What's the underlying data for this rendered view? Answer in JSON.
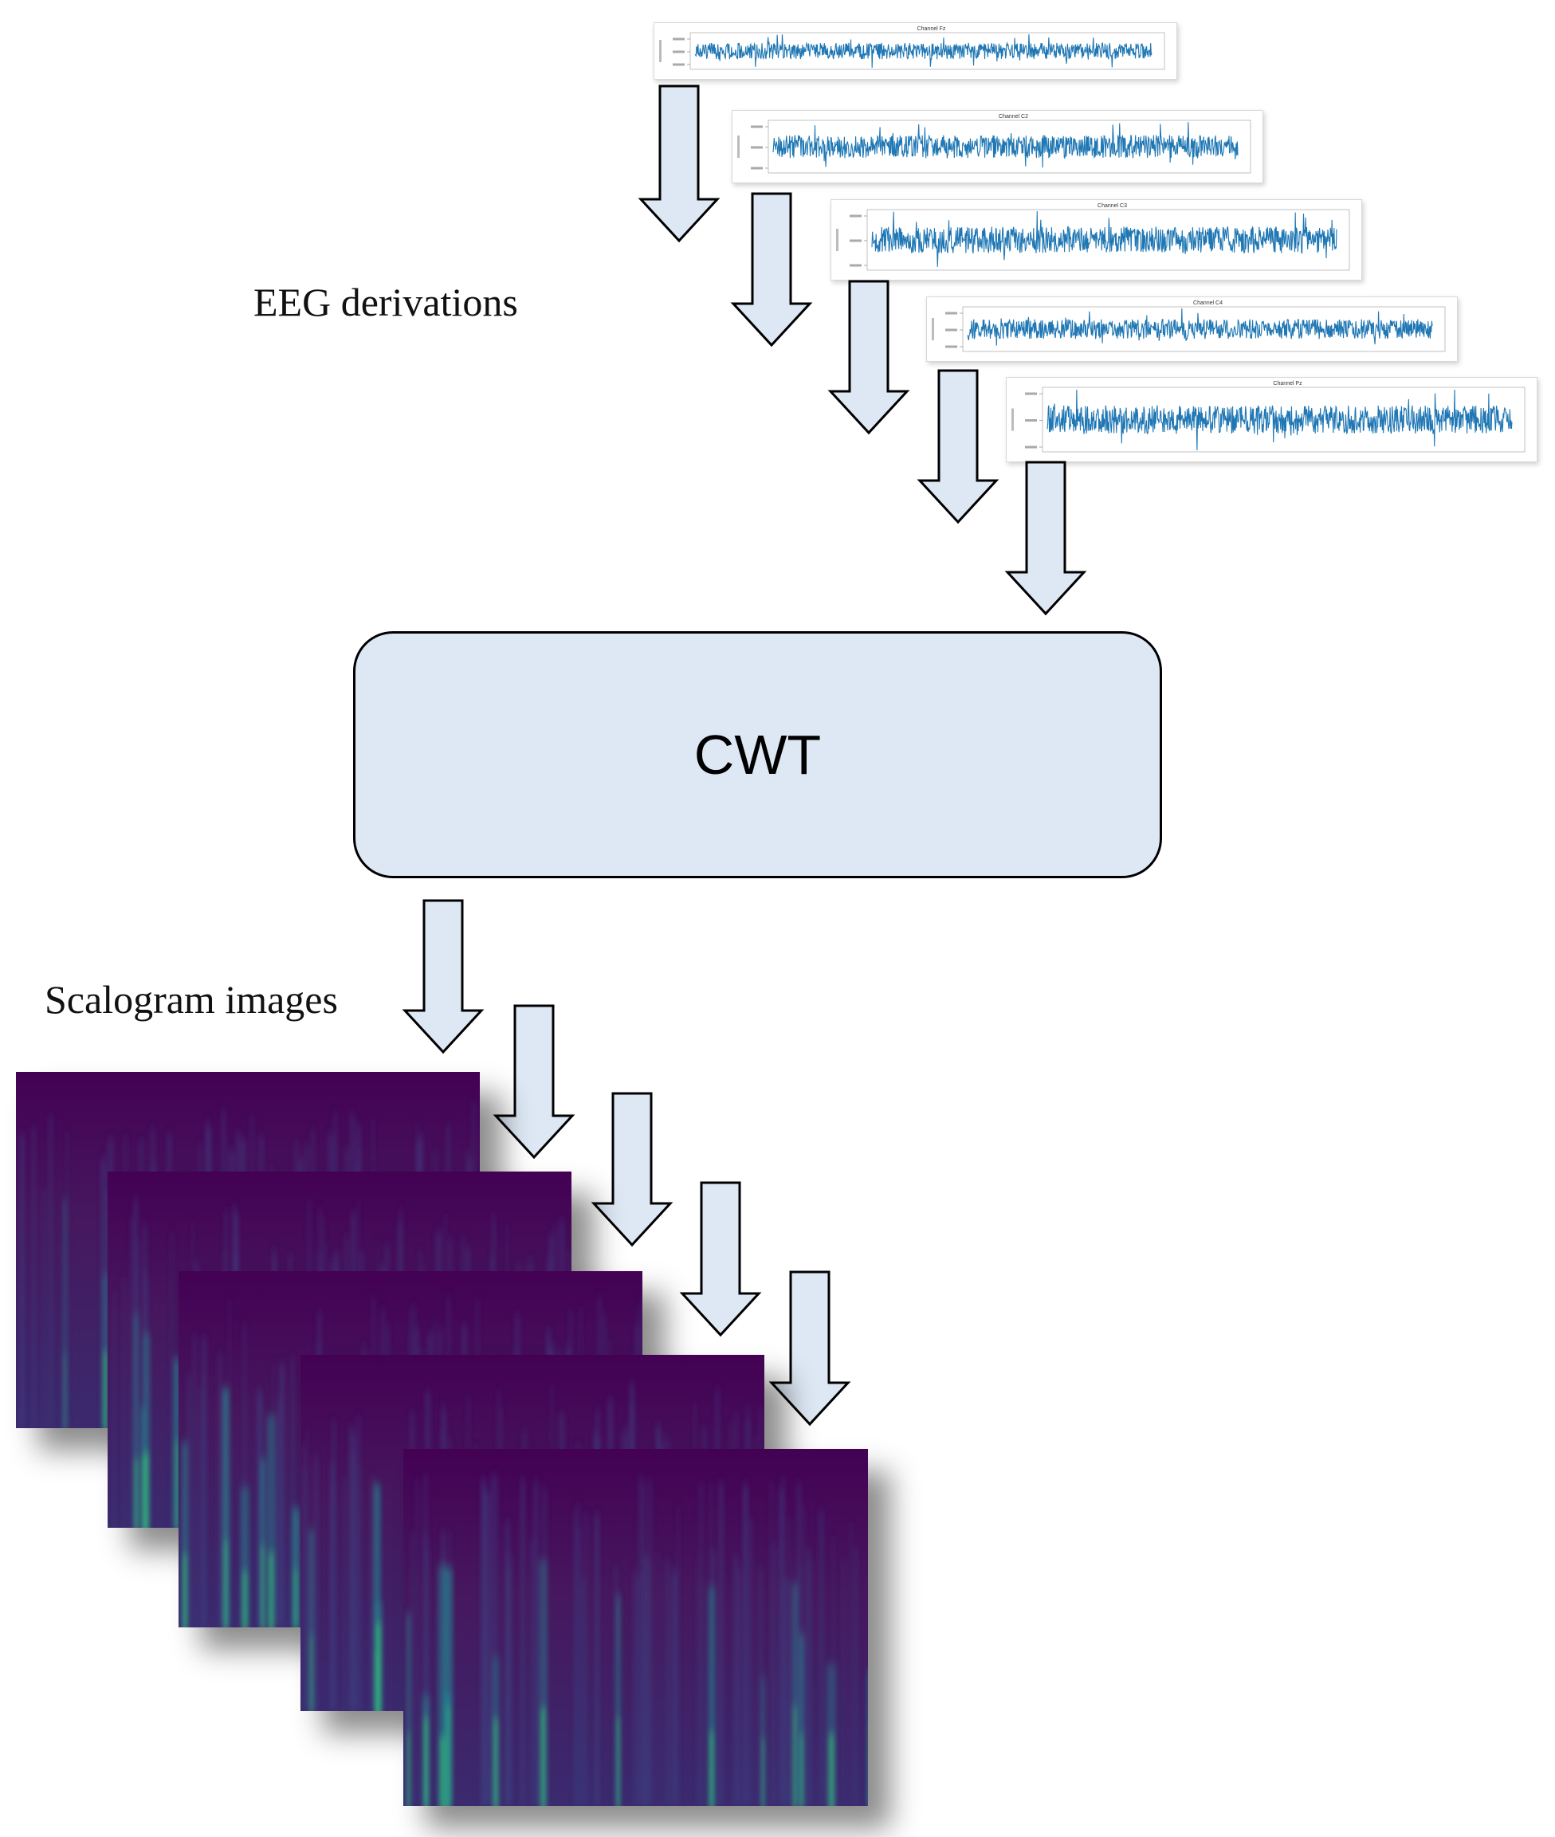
{
  "labels": {
    "eeg_derivations": "EEG derivations",
    "scalogram_images": "Scalogram images",
    "cwt": "CWT"
  },
  "eeg_panels": [
    {
      "title": "Channel Fz"
    },
    {
      "title": "Channel C2"
    },
    {
      "title": "Channel C3"
    },
    {
      "title": "Channel C4"
    },
    {
      "title": "Channel Pz"
    }
  ],
  "colors": {
    "signal": "#1f77b4",
    "arrow_fill": "#dde8f4",
    "box_fill": "#dde8f4",
    "scalogram_dark": "#440154",
    "scalogram_mid": "#31688e",
    "scalogram_bright": "#35b779"
  }
}
